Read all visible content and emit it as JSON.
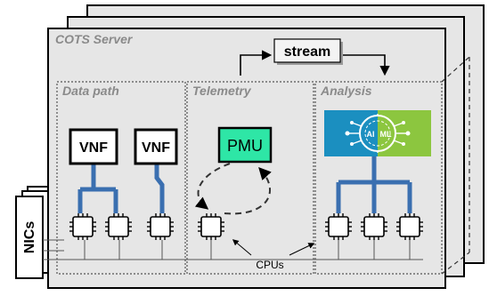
{
  "server": {
    "title": "COTS Server"
  },
  "sections": {
    "data_path": "Data path",
    "telemetry": "Telemetry",
    "analysis": "Analysis"
  },
  "boxes": {
    "vnf_left": "VNF",
    "vnf_right": "VNF",
    "pmu": "PMU",
    "stream": "stream",
    "nics": "NICs",
    "cpus": "CPUs"
  },
  "ai_badge": {
    "ai": "AI",
    "ml": "ML"
  },
  "colors": {
    "server_fill": "#e6e6e6",
    "pmu_fill": "#2ee6a6",
    "link_blue": "#3a6fb0",
    "ai_blue": "#1b8fc0",
    "ml_green": "#8cc63f"
  }
}
